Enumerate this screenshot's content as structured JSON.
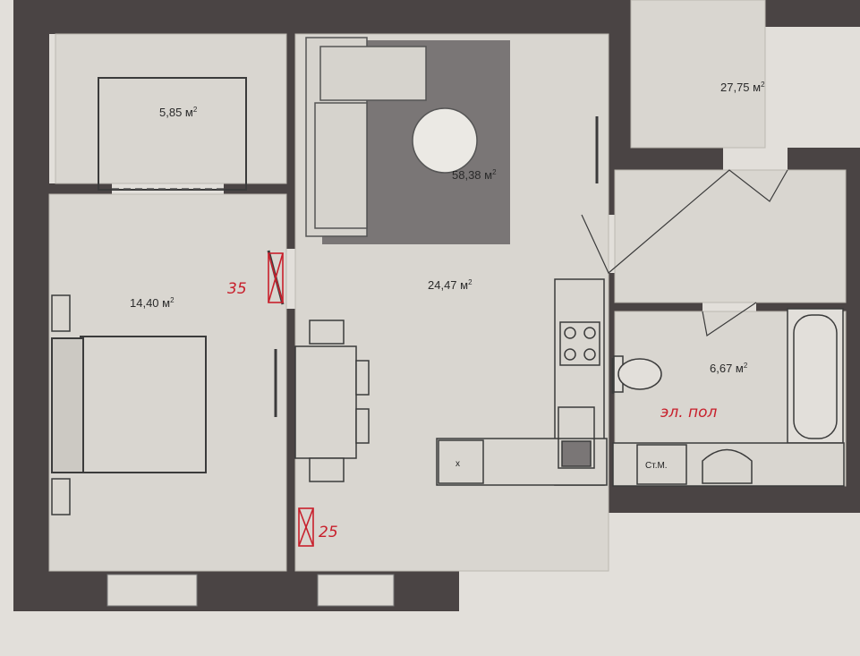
{
  "rooms": {
    "closet": {
      "area": "5,85 м",
      "unit_sup": "2"
    },
    "living": {
      "area": "58,38 м",
      "unit_sup": "2"
    },
    "neighbor": {
      "area": "27,75 м",
      "unit_sup": "2"
    },
    "bedroom": {
      "area": "14,40 м",
      "unit_sup": "2"
    },
    "hall": {
      "area": "24,47 м",
      "unit_sup": "2"
    },
    "bathroom": {
      "area": "6,67 м",
      "unit_sup": "2"
    }
  },
  "fixtures": {
    "fridge_mark": "x",
    "washer_label": "Ст.М."
  },
  "handwritten": {
    "door_width_bedroom": "35",
    "door_width_entrance": "25",
    "bathroom_note": "эл. пол"
  },
  "colors": {
    "wall": "#4a4444",
    "floor": "#d9d6d0",
    "rug": "#7a7676",
    "annotation": "#c8202c"
  }
}
